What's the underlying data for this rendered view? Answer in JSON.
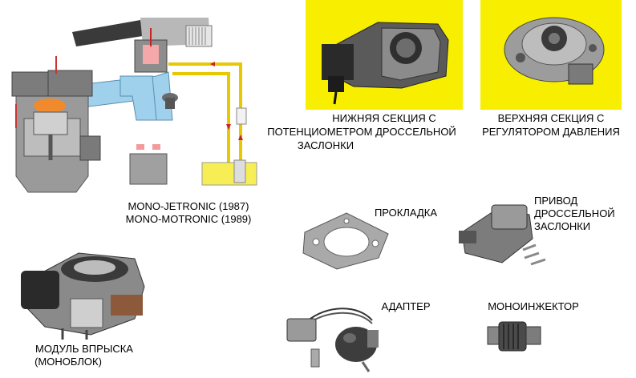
{
  "engine_system": {
    "caption_line1": "MONO-JETRONIC (1987)",
    "caption_line2": "MONO-MOTRONIC (1989)"
  },
  "lower_section": {
    "caption_line1": "НИЖНЯЯ СЕКЦИЯ С",
    "caption_line2": "ПОТЕНЦИОМЕТРОМ ДРОССЕЛЬНОЙ",
    "caption_line3": "ЗАСЛОНКИ"
  },
  "upper_section": {
    "caption_line1": "ВЕРХНЯЯ СЕКЦИЯ С",
    "caption_line2": "РЕГУЛЯТОРОМ ДАВЛЕНИЯ"
  },
  "gasket": {
    "caption": "ПРОКЛАДКА"
  },
  "throttle_actuator": {
    "caption_line1": "ПРИВОД",
    "caption_line2": "ДРОССЕЛЬНОЙ",
    "caption_line3": "ЗАСЛОНКИ"
  },
  "injection_module": {
    "caption_line1": "МОДУЛЬ ВПРЫСКА",
    "caption_line2": "(МОНОБЛОК)"
  },
  "adapter": {
    "caption": "АДАПТЕР"
  },
  "mono_injector": {
    "caption": "МОНОИНЖЕКТОР"
  },
  "colors": {
    "panel_yellow": "#f7ee00",
    "intake_blue": "#9fd0ec",
    "fuel_line_yellow": "#e8c800",
    "engine_gray": "#9a9a9a"
  }
}
